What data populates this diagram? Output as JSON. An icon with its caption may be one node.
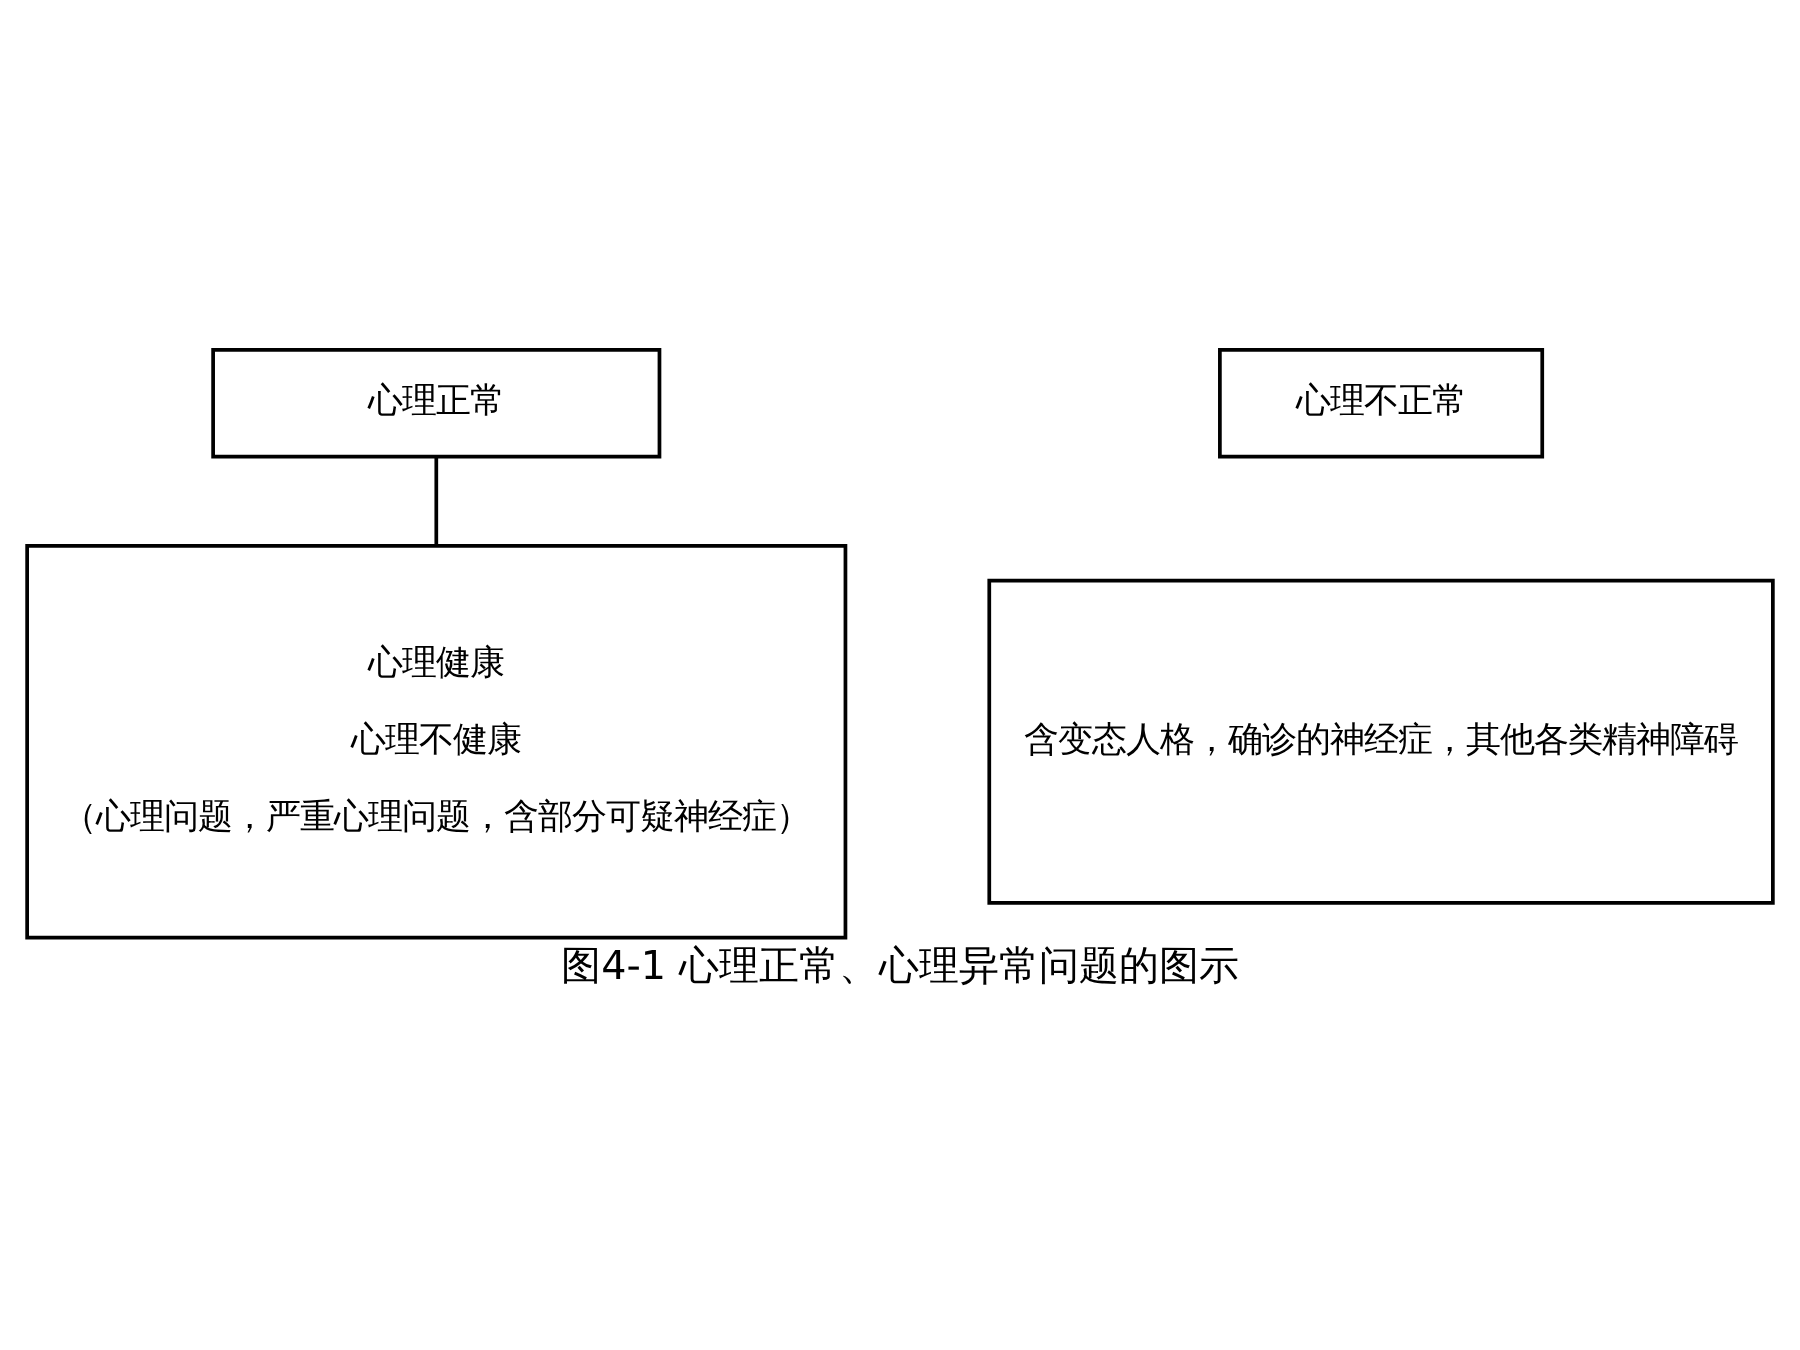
{
  "diagram": {
    "caption": "图4-1 心理正常、心理异常问题的图示",
    "nodes": [
      {
        "text": [
          "心理正常"
        ]
      },
      {
        "text": [
          "心理不正常"
        ]
      },
      {
        "text": [
          "心理健康",
          "心理不健康",
          "（心理问题，严重心理问题，含部分可疑神经症）"
        ]
      },
      {
        "text": [
          "含变态人格，确诊的神经症，其他各类精神障碍"
        ]
      }
    ],
    "edges": [
      {
        "from": 0,
        "to": 2,
        "arrow": "none"
      }
    ]
  }
}
